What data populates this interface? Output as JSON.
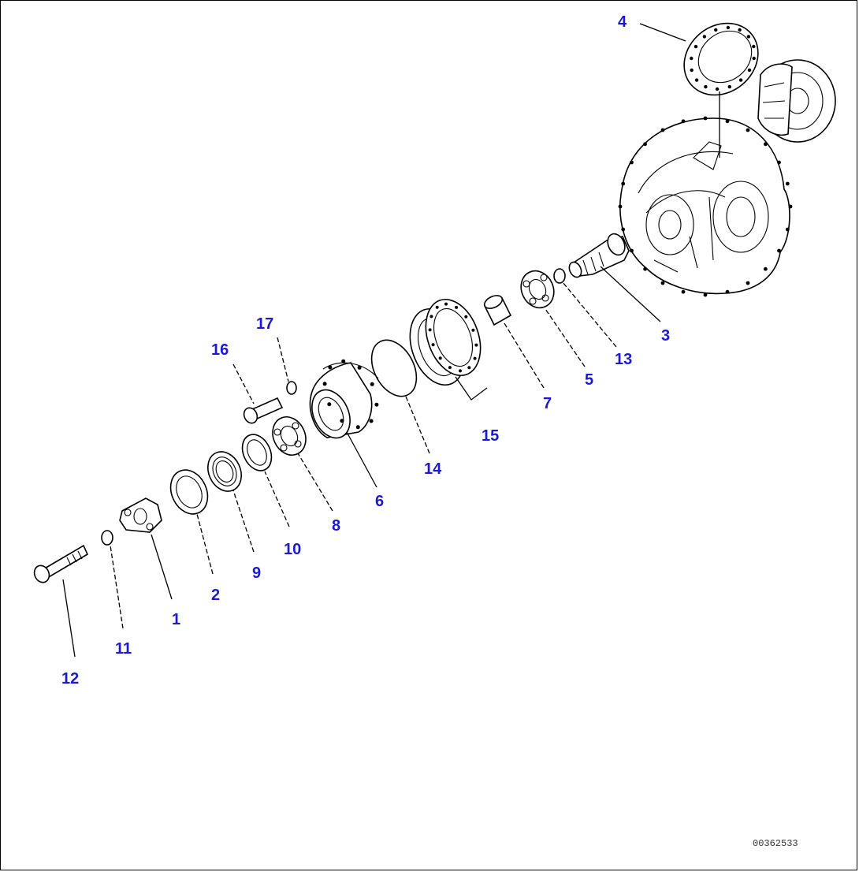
{
  "diagram": {
    "callouts": {
      "c1": "1",
      "c2": "2",
      "c3": "3",
      "c4": "4",
      "c5": "5",
      "c6": "6",
      "c7": "7",
      "c8": "8",
      "c9": "9",
      "c10": "10",
      "c11": "11",
      "c12": "12",
      "c13": "13",
      "c14": "14",
      "c15": "15",
      "c16": "16",
      "c17": "17"
    },
    "drawing_code": "00362533",
    "colors": {
      "callout": "#1a1ad6",
      "line": "#000000",
      "background": "#ffffff"
    }
  }
}
